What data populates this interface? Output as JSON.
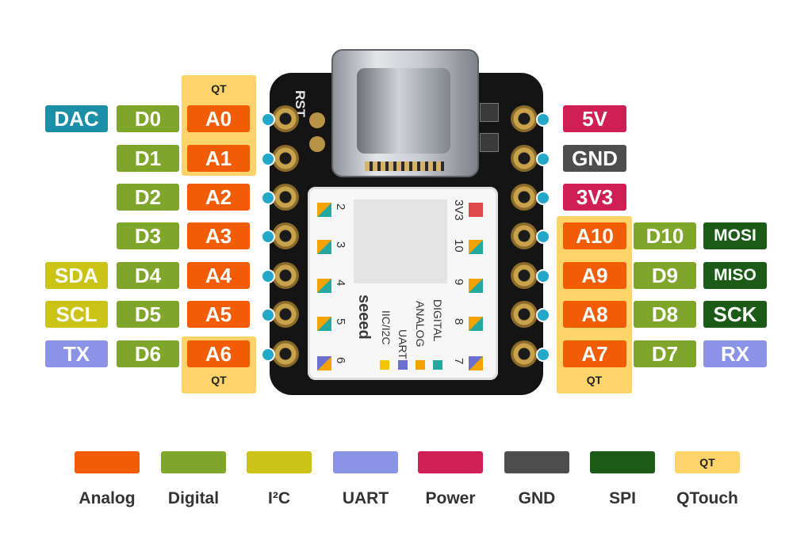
{
  "colors": {
    "analog": "#f25c05",
    "digital": "#7fa52b",
    "i2c": "#cbc316",
    "uart": "#8a93e6",
    "power": "#cf1f54",
    "gnd": "#4d4d4d",
    "spi": "#1c5a18",
    "qtouch": "#fdd46a",
    "dac": "#1b8fa6"
  },
  "left_pins": [
    {
      "tags": [
        "DAC",
        "D0",
        "A0"
      ]
    },
    {
      "tags": [
        "D1",
        "A1"
      ]
    },
    {
      "tags": [
        "D2",
        "A2"
      ]
    },
    {
      "tags": [
        "D3",
        "A3"
      ]
    },
    {
      "tags": [
        "SDA",
        "D4",
        "A4"
      ]
    },
    {
      "tags": [
        "SCL",
        "D5",
        "A5"
      ]
    },
    {
      "tags": [
        "TX",
        "D6",
        "A6"
      ]
    }
  ],
  "right_pins": [
    {
      "tags": [
        "5V"
      ]
    },
    {
      "tags": [
        "GND"
      ]
    },
    {
      "tags": [
        "3V3"
      ]
    },
    {
      "tags": [
        "A10",
        "D10",
        "MOSI"
      ]
    },
    {
      "tags": [
        "A9",
        "D9",
        "MISO"
      ]
    },
    {
      "tags": [
        "A8",
        "D8",
        "SCK"
      ]
    },
    {
      "tags": [
        "A7",
        "D7",
        "RX"
      ]
    }
  ],
  "qt_labels": {
    "top_left": "QT",
    "bottom_left": "QT",
    "bottom_right": "QT"
  },
  "board": {
    "reset_label": "RST",
    "shield_left_numbers": [
      "2",
      "3",
      "4",
      "5",
      "6"
    ],
    "shield_right_numbers": [
      "3V3",
      "10",
      "9",
      "8",
      "7"
    ],
    "brand": "seeed",
    "shield_legend": [
      "IIC/I2C",
      "UART",
      "ANALOG",
      "DIGITAL"
    ]
  },
  "legend": [
    {
      "label": "Analog",
      "color": "#f25c05"
    },
    {
      "label": "Digital",
      "color": "#7fa52b"
    },
    {
      "label": "I²C",
      "color": "#cbc316"
    },
    {
      "label": "UART",
      "color": "#8a93e6"
    },
    {
      "label": "Power",
      "color": "#cf1f54"
    },
    {
      "label": "GND",
      "color": "#4d4d4d"
    },
    {
      "label": "SPI",
      "color": "#1c5a18"
    },
    {
      "label": "QTouch",
      "color": "#fdd46a",
      "swatch_text": "QT"
    }
  ]
}
